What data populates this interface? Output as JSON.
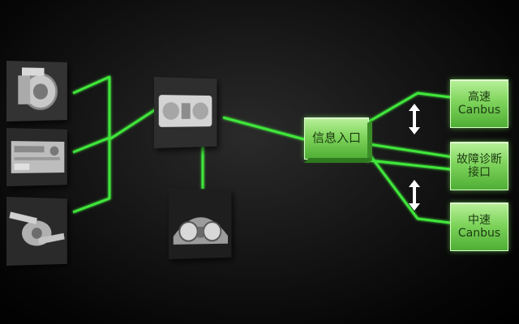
{
  "nodes": {
    "info_entry": {
      "label": "信息入口"
    },
    "high_speed_can": {
      "line1": "高速",
      "line2": "Canbus"
    },
    "diag_port": {
      "line1": "故障诊断",
      "line2": "接口"
    },
    "mid_speed_can": {
      "line1": "中速",
      "line2": "Canbus"
    }
  },
  "images": {
    "component_1": "brake-module-photo",
    "component_2": "radio-unit-photo",
    "component_3": "steering-switch-photo",
    "gateway_module": "body-control-module-photo",
    "instrument_cluster": "instrument-cluster-photo"
  },
  "colors": {
    "wire": "#3fe63a",
    "box_fill": "#7fd45c",
    "arrow": "#ffffff"
  }
}
